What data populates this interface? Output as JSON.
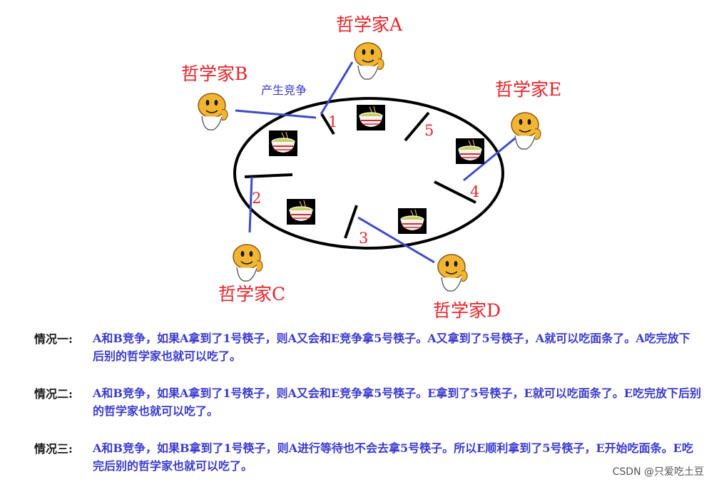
{
  "colors": {
    "label_red": "#e8232a",
    "arm_blue": "#3c4bc8",
    "text_blue": "#3a3ad0",
    "chopstick": "#000000",
    "face_yellow": "#f2b533"
  },
  "philosophers": [
    {
      "id": "A",
      "label": "哲学家A"
    },
    {
      "id": "B",
      "label": "哲学家B"
    },
    {
      "id": "C",
      "label": "哲学家C"
    },
    {
      "id": "D",
      "label": "哲学家D"
    },
    {
      "id": "E",
      "label": "哲学家E"
    }
  ],
  "chopsticks": [
    "1",
    "2",
    "3",
    "4",
    "5"
  ],
  "annotation": "产生竞争",
  "icons": {
    "philosopher": "smiley-face-icon",
    "bowl": "noodle-bowl-icon"
  },
  "cases": [
    {
      "title": "情况一:",
      "text": "A和B竞争，如果A拿到了1号筷子，则A又会和E竞争拿5号筷子。A又拿到了5号筷子，A就可以吃面条了。A吃完放下后别的哲学家也就可以吃了。"
    },
    {
      "title": "情况二:",
      "text": "A和B竞争，如果A拿到了1号筷子，则A又会和E竞争拿5号筷子。E拿到了5号筷子，E就可以吃面条了。E吃完放下后别的哲学家也就可以吃了。"
    },
    {
      "title": "情况三:",
      "text": "A和B竞争，如果B拿到了1号筷子，则A进行等待也不会去拿5号筷子。所以E顺利拿到了5号筷子，E开始吃面条。E吃完后别的哲学家也就可以吃了。"
    }
  ],
  "watermark": "CSDN @只爱吃土豆"
}
